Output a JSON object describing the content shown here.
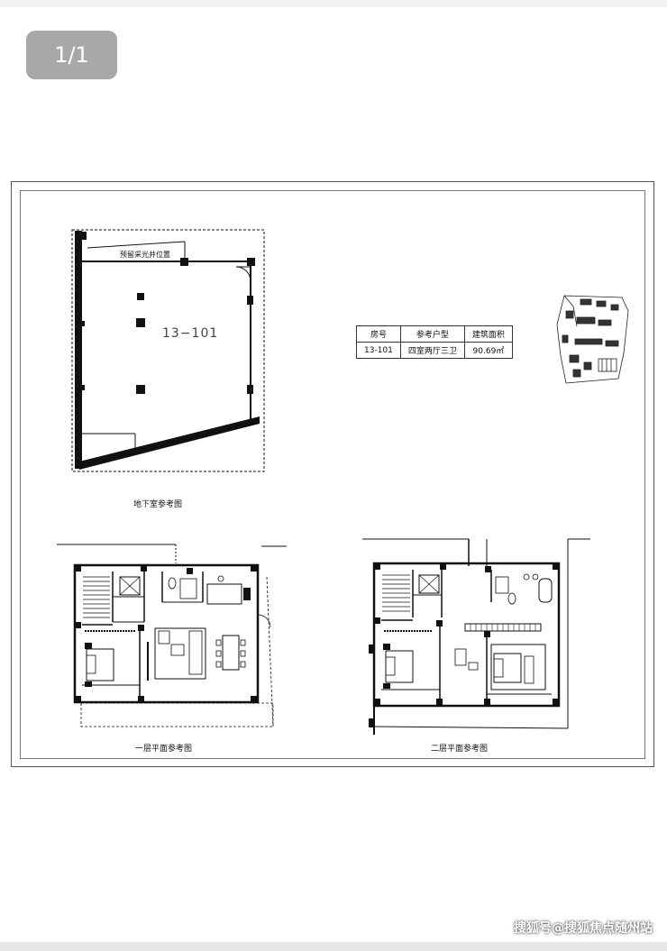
{
  "viewer": {
    "page_indicator": "1/1"
  },
  "basement": {
    "room_label": "13−101",
    "skylight_note": "预留采光井位置",
    "caption": "地下室参考图"
  },
  "first_floor": {
    "caption": "一层平面参考图"
  },
  "second_floor": {
    "caption": "二层平面参考图"
  },
  "info_table": {
    "headers": [
      "房号",
      "参考户型",
      "建筑面积"
    ],
    "row": [
      "13-101",
      "四室两厅三卫",
      "90.69㎡"
    ]
  },
  "watermark": "搜狐号@搜狐焦点随州站"
}
